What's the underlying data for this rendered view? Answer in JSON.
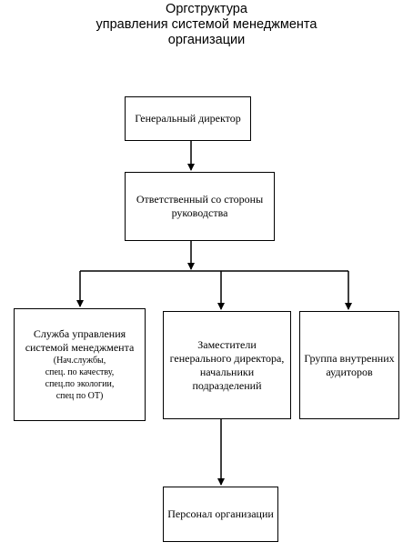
{
  "title": {
    "lines": [
      "Оргструктура",
      "управления системой менеджмента",
      "организации"
    ]
  },
  "boxes": {
    "general_director": {
      "label": "Генеральный директор"
    },
    "management_representative": {
      "lines": [
        "Ответственный со стороны",
        "руководства"
      ]
    },
    "management_system_service": {
      "lines": [
        "Служба управления",
        "системой менеджмента"
      ],
      "detail_lines": [
        "(Нач.службы,",
        "спец. по качеству,",
        "спец.по экологии,",
        "спец по ОТ)"
      ]
    },
    "deputy_directors": {
      "lines": [
        "Заместители",
        "генерального директора,",
        "начальники",
        "подразделений"
      ]
    },
    "internal_auditors": {
      "lines": [
        "Группа внутренних",
        "аудиторов"
      ]
    },
    "personnel": {
      "label": "Персонал организации"
    }
  },
  "colors": {
    "line": "#000000",
    "box_border": "#000000",
    "background": "#ffffff"
  }
}
